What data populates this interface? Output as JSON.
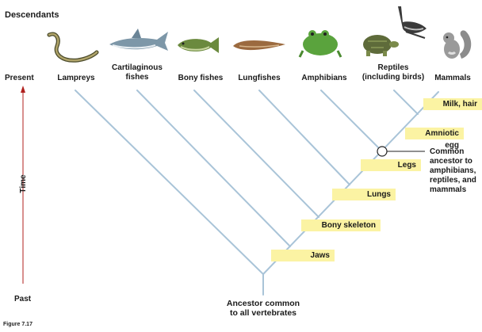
{
  "heading": "Descendants",
  "time_axis": {
    "present": "Present",
    "label": "Time",
    "past": "Past"
  },
  "taxa": [
    {
      "name": "Lampreys",
      "icon": "lamprey-icon"
    },
    {
      "name": "Cartilaginous\nfishes",
      "icon": "shark-icon"
    },
    {
      "name": "Bony fishes",
      "icon": "bony-fish-icon"
    },
    {
      "name": "Lungfishes",
      "icon": "lungfish-icon"
    },
    {
      "name": "Amphibians",
      "icon": "frog-icon"
    },
    {
      "name": "Reptiles\n(including birds)",
      "icon": "turtle-icon"
    },
    {
      "name": "Mammals",
      "icon": "squirrel-icon"
    }
  ],
  "extra_icon": "goose-icon",
  "traits": [
    "Milk, hair",
    "Amniotic egg",
    "Legs",
    "Lungs",
    "Bony skeleton",
    "Jaws"
  ],
  "common_ancestor_note": "Common\nancestor to\namphibians,\nreptiles, and\nmammals",
  "root_label": "Ancestor common\nto all vertebrates",
  "figure_caption": "Figure 7.17",
  "colors": {
    "branch": "#a9c4d8",
    "trait_highlight": "#fbf3a3",
    "time_arrow": "#b0201d"
  }
}
